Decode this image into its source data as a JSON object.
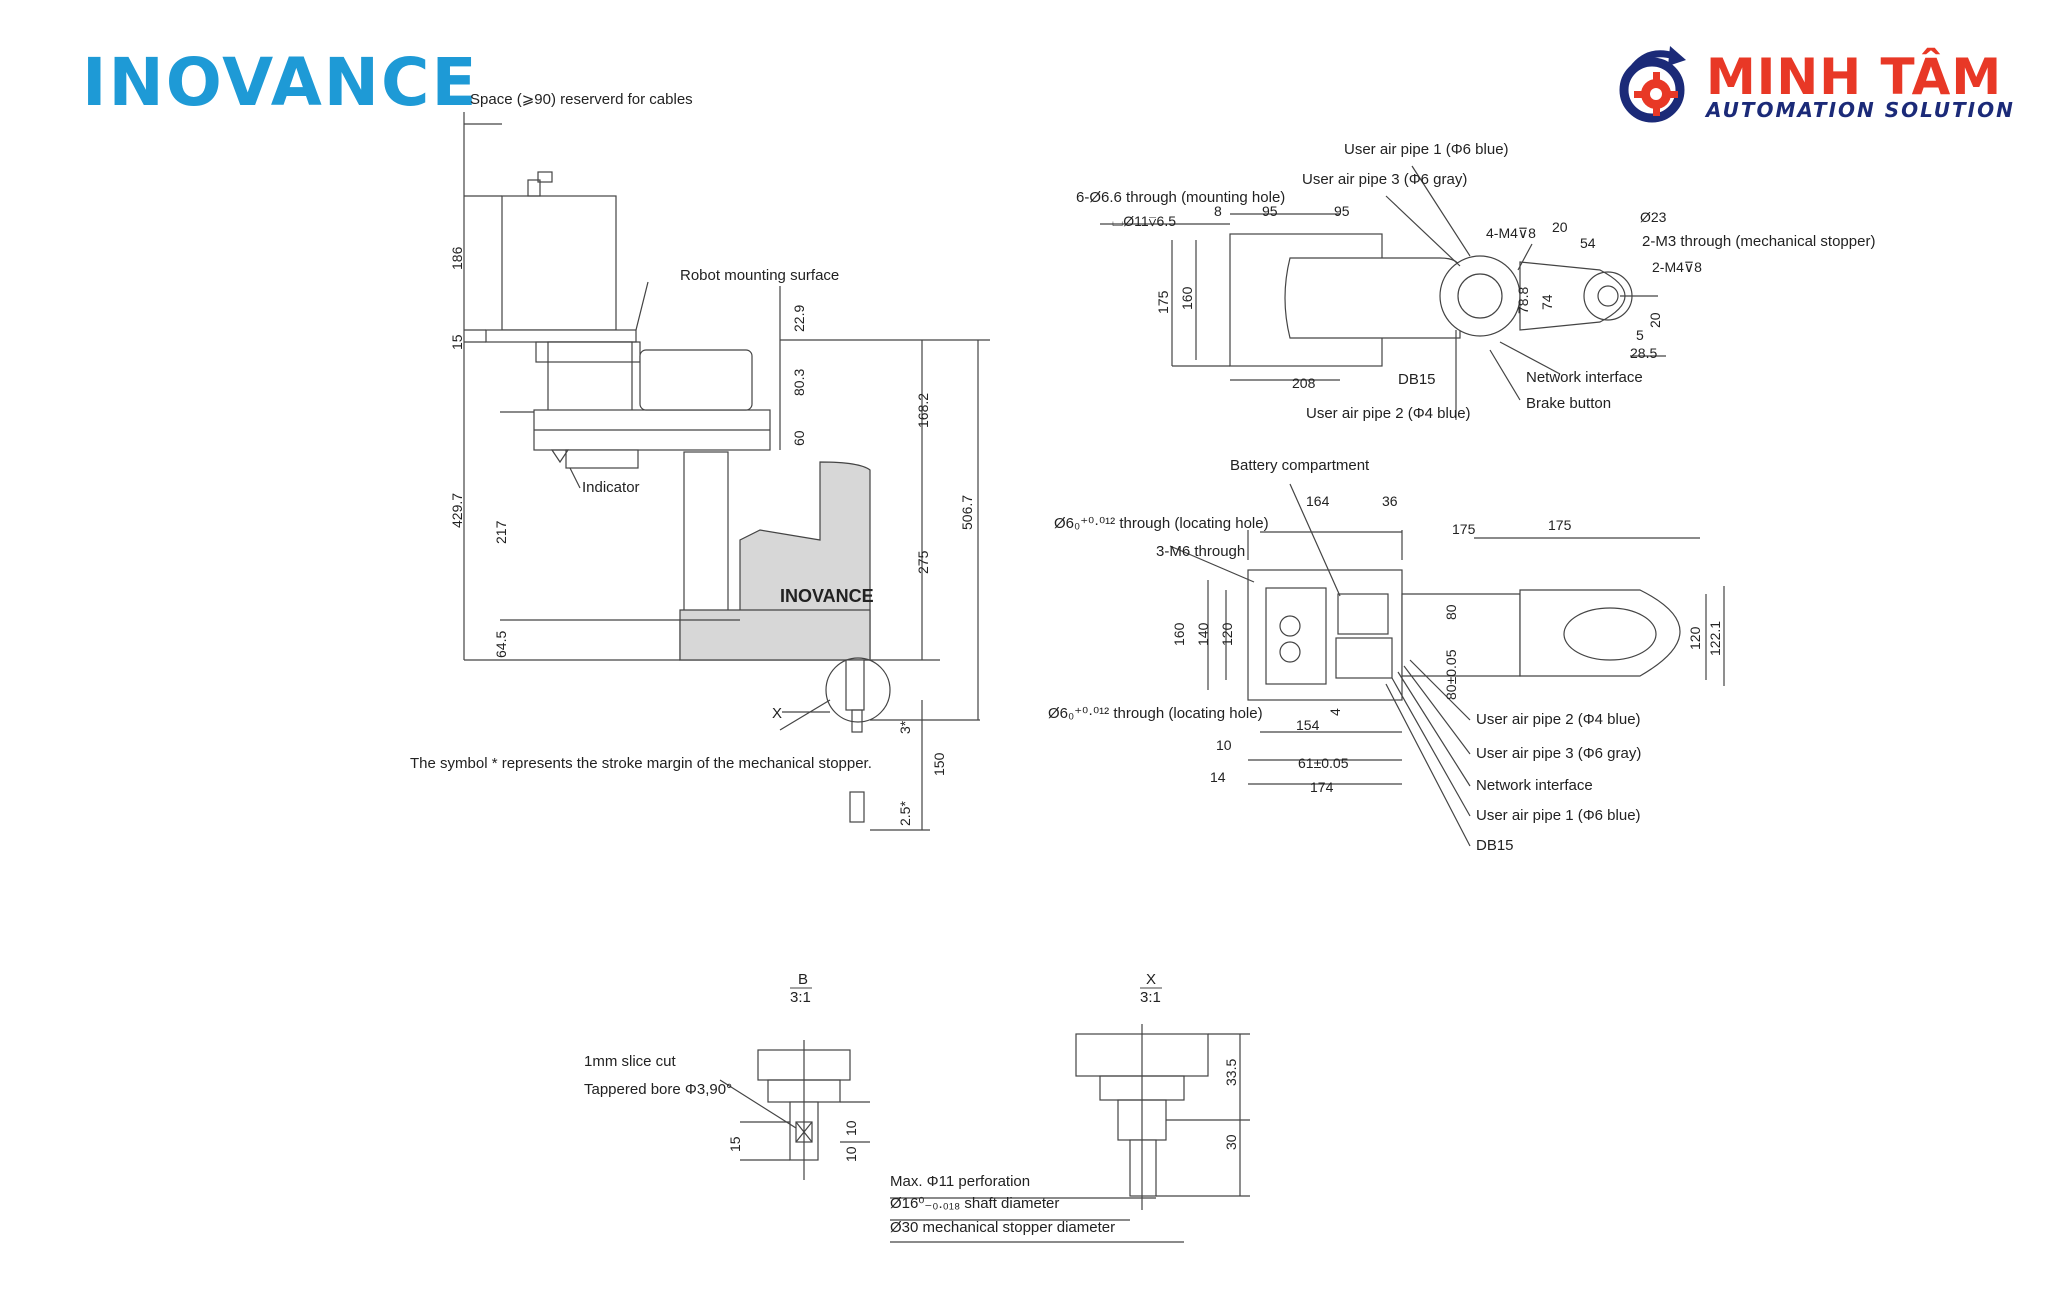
{
  "brand": {
    "inovance": "INOVANCE",
    "minhtam_title": "MINH TÂM",
    "minhtam_sub": "AUTOMATION SOLUTION"
  },
  "side_view": {
    "space_note": "Space (⩾90) reserverd for cables",
    "robot_mounting_surface": "Robot mounting surface",
    "indicator": "Indicator",
    "x_marker": "X",
    "stroke_note": "The symbol * represents the stroke margin of the mechanical stopper.",
    "dims": {
      "d186": "186",
      "d15": "15",
      "d22_9": "22.9",
      "d80_3": "80.3",
      "d60": "60",
      "d168_2": "168.2",
      "d429_7": "429.7",
      "d217": "217",
      "d275": "275",
      "d506_7": "506.7",
      "d64_5": "64.5",
      "d3s": "3*",
      "d150": "150",
      "d2_5s": "2.5*"
    },
    "logo_on_arm": "INOVANCE"
  },
  "top_view": {
    "pipe1": "User air pipe 1 (Φ6 blue)",
    "pipe3": "User air pipe 3 (Φ6 gray)",
    "mount_hole": "6-Ø6.6 through (mounting hole)",
    "counterbore": "⌴Ø11⊽6.5",
    "m4_left": "4-M4⊽8",
    "d20": "20",
    "d54": "54",
    "d23": "Ø23",
    "m3": "2-M3 through (mechanical stopper)",
    "m4_right": "2-M4⊽8",
    "d8": "8",
    "d95a": "95",
    "d95b": "95",
    "d175": "175",
    "d160": "160",
    "d78_8": "78.8",
    "d74": "74",
    "d20b": "20",
    "d5": "5",
    "d28_5": "28.5",
    "d208": "208",
    "db15": "DB15",
    "network": "Network interface",
    "brake": "Brake button",
    "pipe2": "User air pipe 2 (Φ4 blue)"
  },
  "bottom_view": {
    "battery": "Battery compartment",
    "loc_hole_top": "Ø6₀⁺⁰·⁰¹² through (locating hole)",
    "m6": "3-M6 through",
    "loc_hole_bottom": "Ø6₀⁺⁰·⁰¹² through (locating hole)",
    "d164": "164",
    "d36": "36",
    "d175a": "175",
    "d175b": "175",
    "d160": "160",
    "d140": "140",
    "d120": "120",
    "d80": "80",
    "d80_005": "80±0.05",
    "d4": "4",
    "d120r": "120",
    "d122_1": "122.1",
    "d10": "10",
    "d154": "154",
    "d61": "61±0.05",
    "d14": "14",
    "d174": "174",
    "pipe2": "User air pipe 2 (Φ4 blue)",
    "pipe3": "User air pipe 3 (Φ6 gray)",
    "network": "Network interface",
    "pipe1": "User air pipe 1 (Φ6 blue)",
    "db15": "DB15"
  },
  "detail_b": {
    "title": "B",
    "scale": "3:1",
    "slice": "1mm slice cut",
    "taper": "Tappered bore Φ3,90°",
    "d15": "15",
    "d10a": "10",
    "d10b": "10"
  },
  "detail_x": {
    "title": "X",
    "scale": "3:1",
    "d33_5": "33.5",
    "d30": "30",
    "perforation": "Max. Φ11 perforation",
    "shaft": "Ø16⁰₋₀.₀₁₈ shaft diameter",
    "stopper": "Ø30 mechanical stopper diameter"
  },
  "colors": {
    "inovance_blue": "#1e9ad6",
    "minhtam_red": "#e83826",
    "minhtam_navy": "#1b2a78",
    "line": "#444444",
    "robot_shade": "#d7d7d7"
  }
}
